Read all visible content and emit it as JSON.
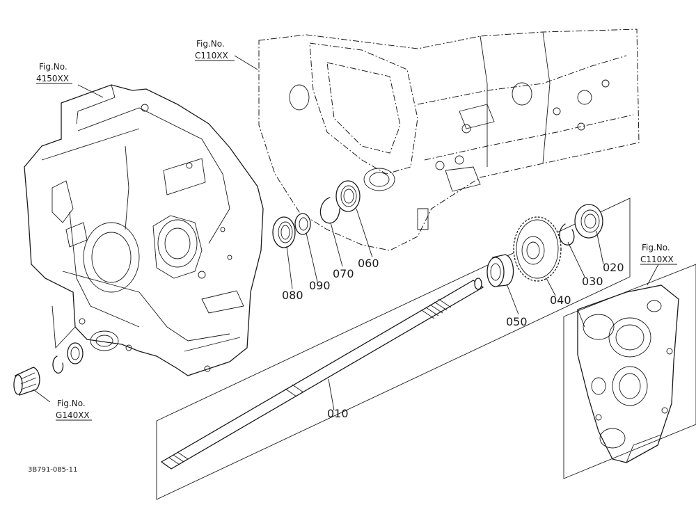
{
  "parts": [
    {
      "id": "010",
      "label": "010"
    },
    {
      "id": "020",
      "label": "020"
    },
    {
      "id": "030",
      "label": "030"
    },
    {
      "id": "040",
      "label": "040"
    },
    {
      "id": "050",
      "label": "050"
    },
    {
      "id": "060",
      "label": "060"
    },
    {
      "id": "070",
      "label": "070"
    },
    {
      "id": "080",
      "label": "080"
    },
    {
      "id": "090",
      "label": "090"
    }
  ],
  "figure_refs": [
    {
      "line1": "Fig.No.",
      "line2": "4150XX"
    },
    {
      "line1": "Fig.No.",
      "line2": "C110XX"
    },
    {
      "line1": "Fig.No.",
      "line2": "C110XX"
    },
    {
      "line1": "Fig.No.",
      "line2": "G140XX"
    }
  ],
  "drawing_code": "3B791-085-11"
}
